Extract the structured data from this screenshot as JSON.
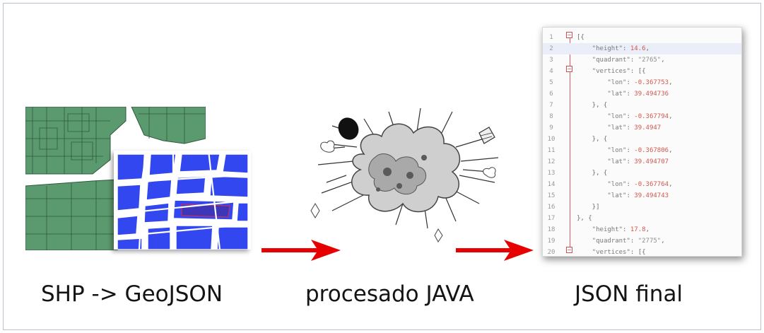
{
  "captions": {
    "step1": "SHP -> GeoJSON",
    "step2": "procesado JAVA",
    "step3": "JSON final"
  },
  "colors": {
    "green_map": "#5b9a6e",
    "blue_map": "#3247f0",
    "arrow": "#e60000",
    "json_number": "#d2574c"
  },
  "icons": {
    "arrow": "red-arrow-right",
    "explosion": "cartoon-explosion"
  },
  "code": {
    "lines": [
      {
        "no": "1",
        "code": "[{"
      },
      {
        "no": "2",
        "code": "    \"height\": 14.6,"
      },
      {
        "no": "3",
        "code": "    \"quadrant\": \"2765\","
      },
      {
        "no": "4",
        "code": "    \"vertices\": [{"
      },
      {
        "no": "5",
        "code": "        \"lon\": -0.367753,"
      },
      {
        "no": "6",
        "code": "        \"lat\": 39.494736"
      },
      {
        "no": "7",
        "code": "    }, {"
      },
      {
        "no": "8",
        "code": "        \"lon\": -0.367794,"
      },
      {
        "no": "9",
        "code": "        \"lat\": 39.4947"
      },
      {
        "no": "10",
        "code": "    }, {"
      },
      {
        "no": "11",
        "code": "        \"lon\": -0.367806,"
      },
      {
        "no": "12",
        "code": "        \"lat\": 39.494707"
      },
      {
        "no": "13",
        "code": "    }, {"
      },
      {
        "no": "14",
        "code": "        \"lon\": -0.367764,"
      },
      {
        "no": "15",
        "code": "        \"lat\": 39.494743"
      },
      {
        "no": "16",
        "code": "    }]"
      },
      {
        "no": "17",
        "code": "}, {"
      },
      {
        "no": "18",
        "code": "    \"height\": 17.8,"
      },
      {
        "no": "19",
        "code": "    \"quadrant\": \"2775\","
      },
      {
        "no": "20",
        "code": "    \"vertices\": [{"
      }
    ]
  }
}
